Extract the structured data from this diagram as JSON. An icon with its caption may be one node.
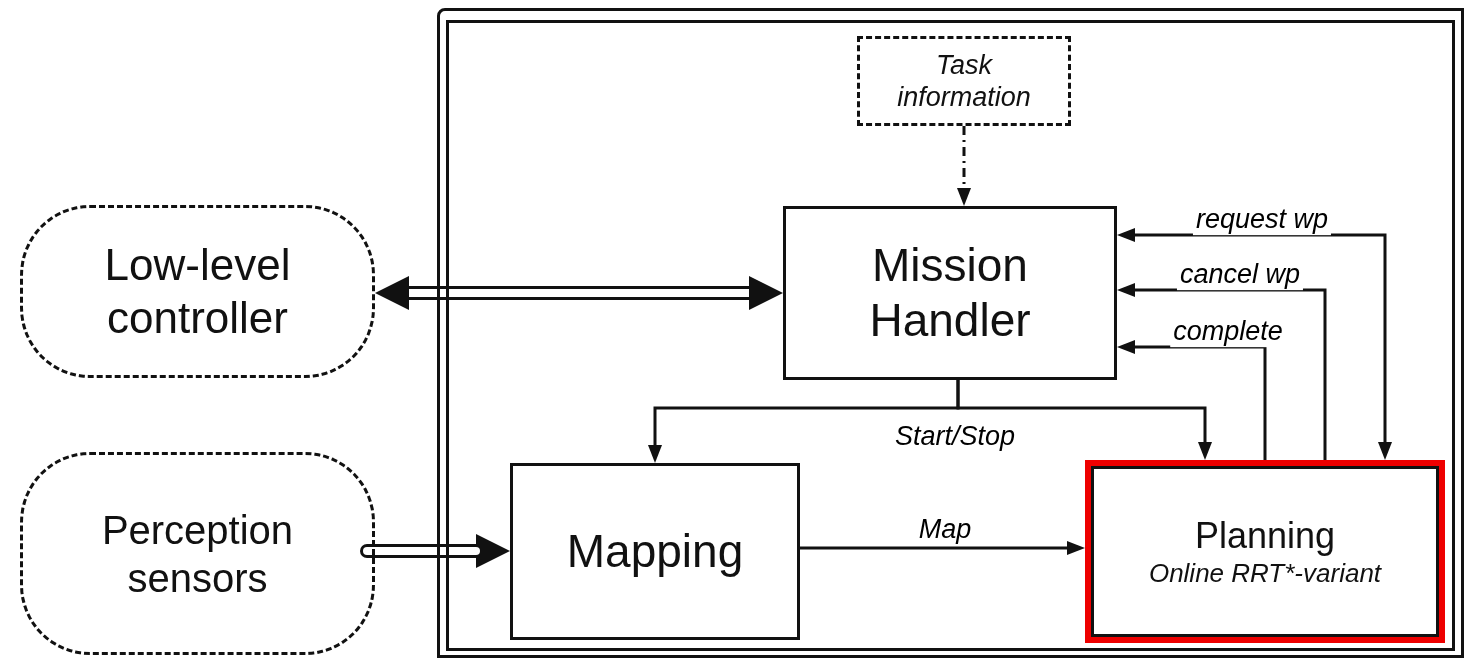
{
  "diagram": {
    "nodes": [
      {
        "text": [
          "Low-level controller"
        ]
      },
      {
        "text": [
          "Perception sensors"
        ]
      },
      {
        "text": [],
        "shape": "box"
      },
      {
        "text": [
          "Task information"
        ],
        "in": 2
      },
      {
        "text": [
          "Mission Handler"
        ],
        "in": 2
      },
      {
        "text": [
          "Mapping"
        ],
        "in": 2
      },
      {
        "text": [
          "Planning",
          "Online RRT*-variant"
        ],
        "in": 2
      }
    ],
    "edges": [
      {
        "from": 3,
        "to": 4,
        "arrow": "to",
        "style": "dashed"
      },
      {
        "from": 0,
        "to": 4,
        "arrow": "both",
        "style": "thick"
      },
      {
        "from": 1,
        "to": 5,
        "arrow": "to",
        "style": "thick"
      },
      {
        "from": 4,
        "to": 5,
        "arrow": "to"
      },
      {
        "from": 4,
        "to": 6,
        "arrow": "to",
        "label": "Start/Stop"
      },
      {
        "from": 5,
        "to": 6,
        "arrow": "to",
        "label": "Map"
      },
      {
        "from": 6,
        "to": 4,
        "arrow": "to",
        "label": "complete"
      },
      {
        "from": 6,
        "to": 4,
        "arrow": "to",
        "label": "cancel wp"
      },
      {
        "from": 4,
        "to": 6,
        "arrow": "both",
        "label": "request wp"
      }
    ]
  }
}
